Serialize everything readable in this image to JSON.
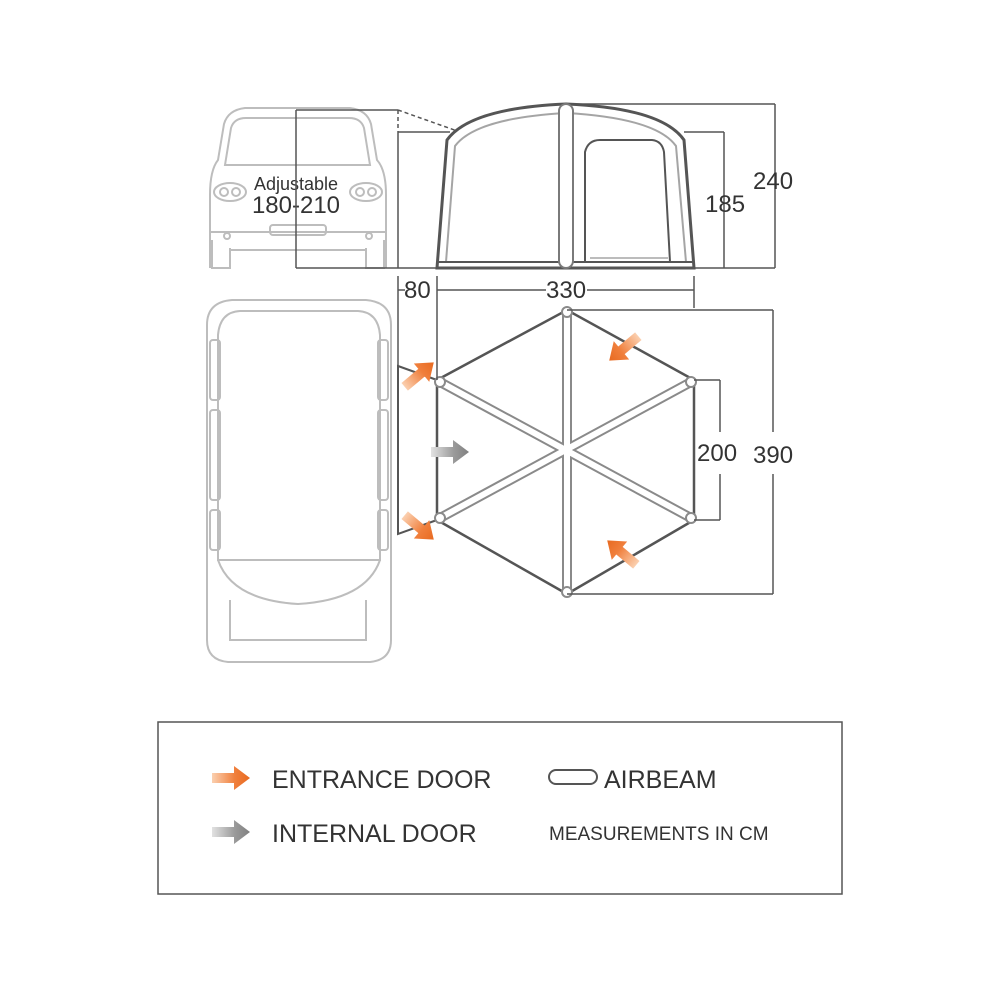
{
  "vehicle": {
    "height_label_line1": "Adjustable",
    "height_label_line2": "180-210"
  },
  "dimensions": {
    "tent_height_total": "240",
    "tent_height_wall": "185",
    "vehicle_gap": "80",
    "tent_width": "330",
    "inner_depth": "200",
    "outer_depth": "390"
  },
  "legend": {
    "entrance_door": "ENTRANCE DOOR",
    "internal_door": "INTERNAL DOOR",
    "airbeam": "AIRBEAM",
    "measurements_note": "MEASUREMENTS IN CM"
  },
  "colors": {
    "entrance_arrow": "#f07f3c",
    "internal_arrow": "#8c8c8c",
    "outline": "#555555",
    "vehicle_outline": "#b8b8b8"
  },
  "icons": {
    "entrance_arrow": "orange-arrow-icon",
    "internal_arrow": "grey-arrow-icon",
    "airbeam": "airbeam-capsule-icon"
  }
}
